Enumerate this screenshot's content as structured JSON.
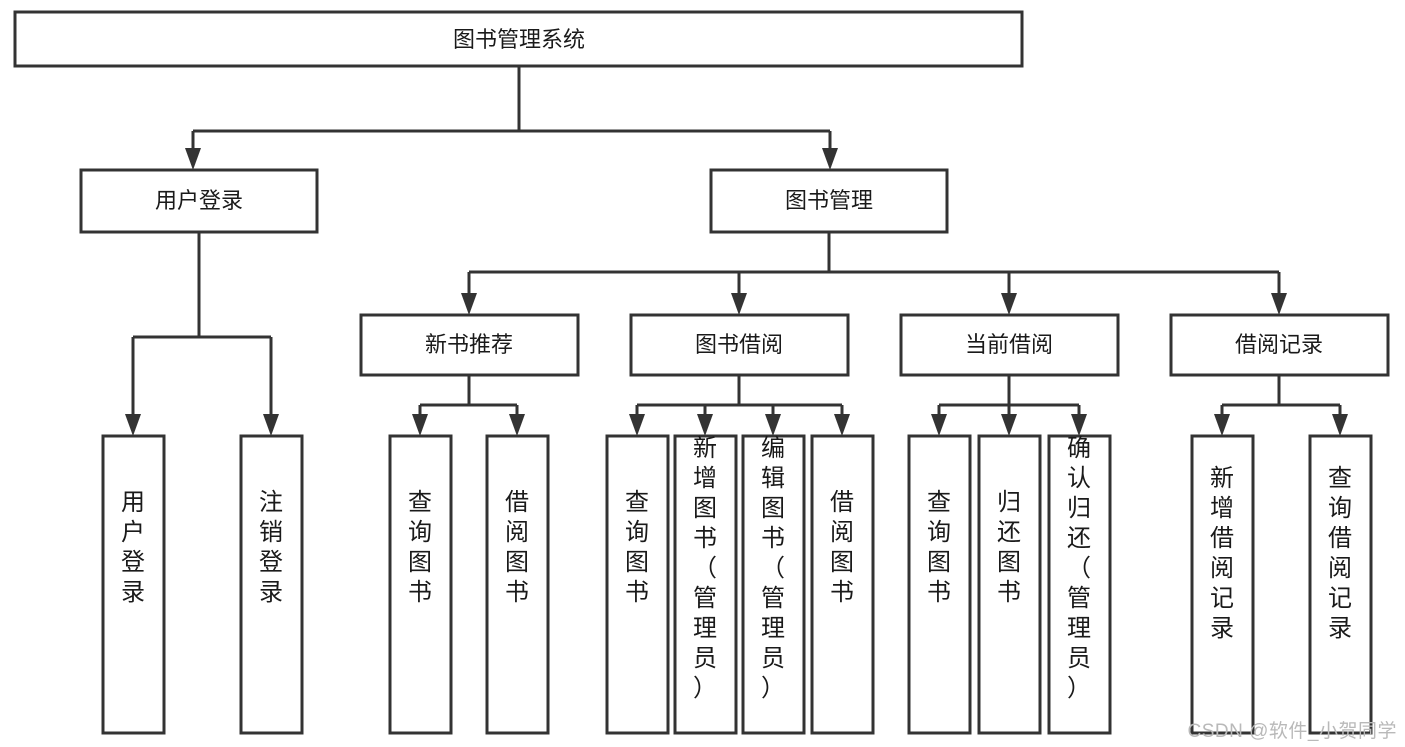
{
  "diagram": {
    "type": "tree-hierarchy-flowchart",
    "root": {
      "id": "system",
      "label": "图书管理系统"
    },
    "level2": [
      {
        "id": "user-login",
        "label": "用户登录"
      },
      {
        "id": "book-management",
        "label": "图书管理"
      }
    ],
    "level3": [
      {
        "id": "new-book-recommend",
        "label": "新书推荐",
        "parent": "book-management"
      },
      {
        "id": "book-borrow",
        "label": "图书借阅",
        "parent": "book-management"
      },
      {
        "id": "current-borrow",
        "label": "当前借阅",
        "parent": "book-management"
      },
      {
        "id": "borrow-record",
        "label": "借阅记录",
        "parent": "book-management"
      }
    ],
    "leaves": [
      {
        "id": "leaf-user-login",
        "label": "用户登录",
        "parent": "user-login"
      },
      {
        "id": "leaf-user-logout",
        "label": "注销登录",
        "parent": "user-login"
      },
      {
        "id": "leaf-query-book-1",
        "label": "查询图书",
        "parent": "new-book-recommend"
      },
      {
        "id": "leaf-borrow-book-1",
        "label": "借阅图书",
        "parent": "new-book-recommend"
      },
      {
        "id": "leaf-query-book-2",
        "label": "查询图书",
        "parent": "book-borrow"
      },
      {
        "id": "leaf-add-book",
        "label": "新增图书（管理员）",
        "parent": "book-borrow"
      },
      {
        "id": "leaf-edit-book",
        "label": "编辑图书（管理员）",
        "parent": "book-borrow"
      },
      {
        "id": "leaf-borrow-book-2",
        "label": "借阅图书",
        "parent": "book-borrow"
      },
      {
        "id": "leaf-query-book-3",
        "label": "查询图书",
        "parent": "current-borrow"
      },
      {
        "id": "leaf-return-book",
        "label": "归还图书",
        "parent": "current-borrow"
      },
      {
        "id": "leaf-confirm-return",
        "label": "确认归还（管理员）",
        "parent": "current-borrow"
      },
      {
        "id": "leaf-add-record",
        "label": "新增借阅记录",
        "parent": "borrow-record"
      },
      {
        "id": "leaf-query-record",
        "label": "查询借阅记录",
        "parent": "borrow-record"
      }
    ],
    "colors": {
      "stroke": "#333333",
      "fill": "#ffffff",
      "text": "#1a1a1a",
      "watermark": "#b9b9b9"
    }
  },
  "watermark": {
    "text": "CSDN @软件_小贺同学"
  }
}
